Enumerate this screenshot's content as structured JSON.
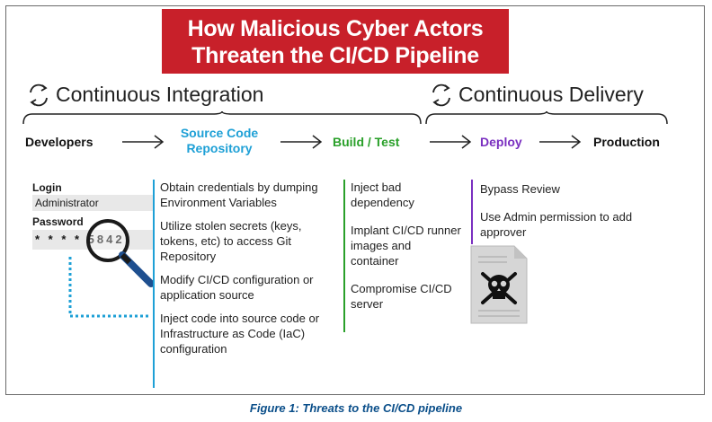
{
  "title_line1": "How Malicious Cyber Actors",
  "title_line2": "Threaten the CI/CD Pipeline",
  "phases": {
    "integration": "Continuous Integration",
    "delivery": "Continuous Delivery"
  },
  "stages": {
    "developers": "Developers",
    "source_line1": "Source Code",
    "source_line2": "Repository",
    "build": "Build / Test",
    "deploy": "Deploy",
    "production": "Production"
  },
  "login": {
    "login_label": "Login",
    "login_value": "Administrator",
    "password_label": "Password",
    "password_value": "* * * * 5842"
  },
  "source_threats": [
    "Obtain credentials by dumping Environment Variables",
    "Utilize stolen secrets (keys, tokens, etc) to access Git Repository",
    "Modify CI/CD configuration or application source",
    "Inject code into source code or Infrastructure as Code (IaC) configuration"
  ],
  "build_threats": [
    "Inject bad dependency",
    "Implant CI/CD runner images and container",
    "Compromise CI/CD server"
  ],
  "deploy_threats": [
    "Bypass Review",
    "Use Admin permission to add approver"
  ],
  "caption": "Figure 1: Threats to the CI/CD pipeline",
  "colors": {
    "banner": "#c8202a",
    "source": "#1ea0d6",
    "build": "#2aa02a",
    "deploy": "#7a2fc0",
    "caption": "#0b4f8a"
  },
  "icons": [
    "cycle-arrows-icon",
    "magnifier-icon",
    "skull-document-icon"
  ]
}
